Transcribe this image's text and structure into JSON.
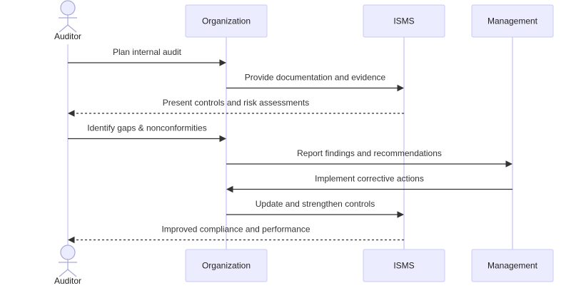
{
  "participants": [
    {
      "id": "auditor",
      "label": "Auditor",
      "kind": "actor"
    },
    {
      "id": "organization",
      "label": "Organization",
      "kind": "box"
    },
    {
      "id": "isms",
      "label": "ISMS",
      "kind": "box"
    },
    {
      "id": "management",
      "label": "Management",
      "kind": "box"
    }
  ],
  "messages": [
    {
      "from": "auditor",
      "to": "organization",
      "label": "Plan internal audit",
      "style": "solid"
    },
    {
      "from": "organization",
      "to": "isms",
      "label": "Provide documentation and evidence",
      "style": "solid"
    },
    {
      "from": "isms",
      "to": "auditor",
      "label": "Present controls and risk assessments",
      "style": "dotted"
    },
    {
      "from": "auditor",
      "to": "organization",
      "label": "Identify gaps & nonconformities",
      "style": "solid"
    },
    {
      "from": "organization",
      "to": "management",
      "label": "Report findings and recommendations",
      "style": "solid"
    },
    {
      "from": "management",
      "to": "organization",
      "label": "Implement corrective actions",
      "style": "solid"
    },
    {
      "from": "organization",
      "to": "isms",
      "label": "Update and strengthen controls",
      "style": "solid"
    },
    {
      "from": "isms",
      "to": "auditor",
      "label": "Improved compliance and performance",
      "style": "dotted"
    }
  ],
  "colors": {
    "box_fill": "#ececff",
    "box_stroke": "#c9c9f5",
    "lifeline": "#cfcff7",
    "arrow": "#333333"
  }
}
